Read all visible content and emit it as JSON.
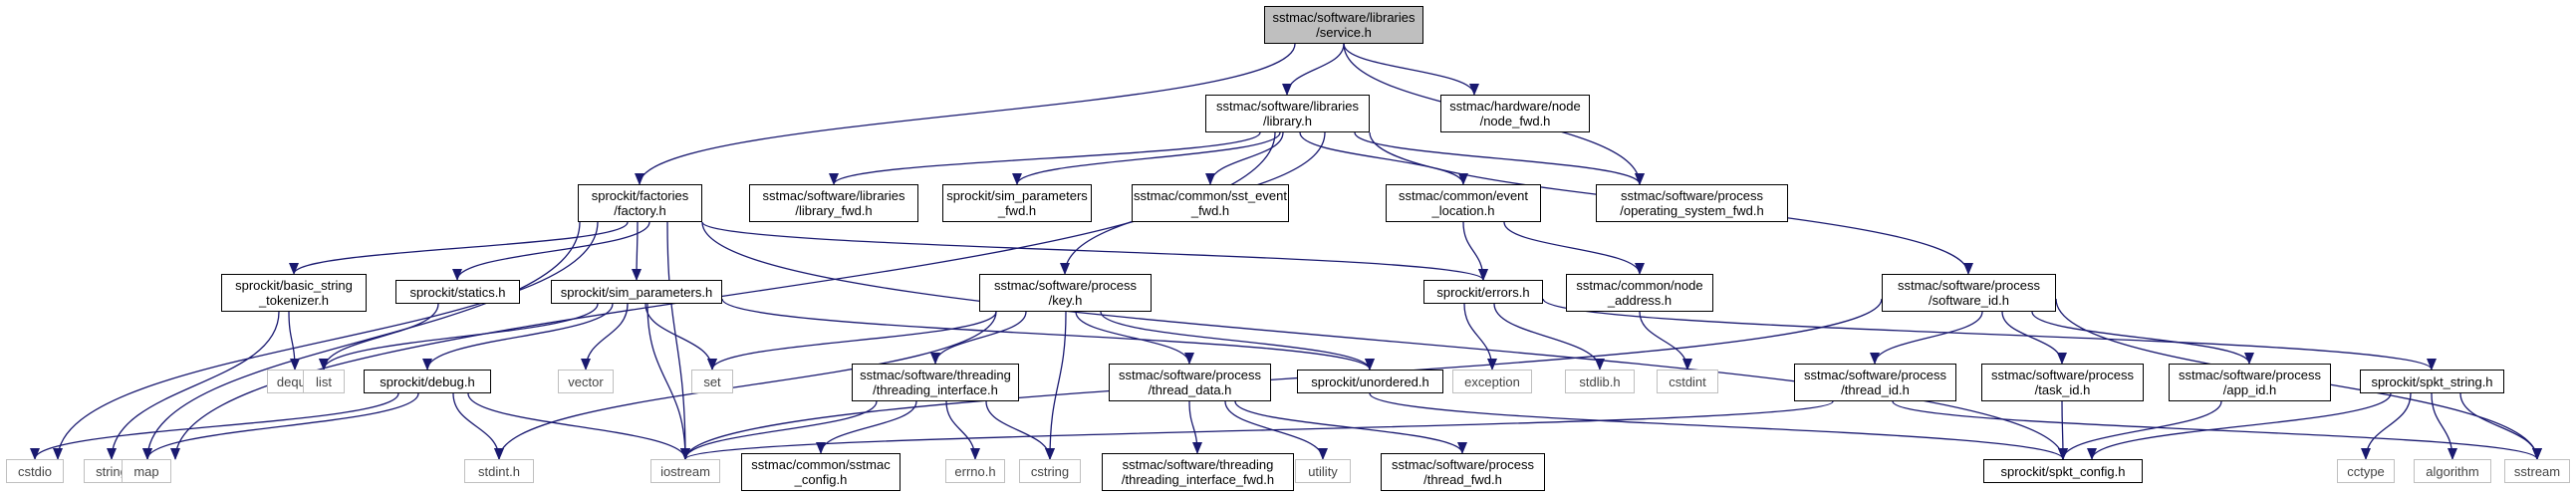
{
  "colors": {
    "edge": "#191970",
    "border": "#000000",
    "ext_border": "#bfbfbf",
    "root_fill": "#bfbfbf"
  },
  "nodes": {
    "root": [
      "sstmac/software/libraries",
      "/service.h"
    ],
    "library": [
      "sstmac/software/libraries",
      "/library.h"
    ],
    "node_fwd": [
      "sstmac/hardware/node",
      "/node_fwd.h"
    ],
    "factory": [
      "sprockit/factories",
      "/factory.h"
    ],
    "library_fwd": [
      "sstmac/software/libraries",
      "/library_fwd.h"
    ],
    "sim_param_fwd": [
      "sprockit/sim_parameters",
      "_fwd.h"
    ],
    "sst_event_fwd": [
      "sstmac/common/sst_event",
      "_fwd.h"
    ],
    "event_location": [
      "sstmac/common/event",
      "_location.h"
    ],
    "os_fwd": [
      "sstmac/software/process",
      "/operating_system_fwd.h"
    ],
    "bst": [
      "sprockit/basic_string",
      "_tokenizer.h"
    ],
    "statics": [
      "sprockit/statics.h"
    ],
    "sim_parameters": [
      "sprockit/sim_parameters.h"
    ],
    "key": [
      "sstmac/software/process",
      "/key.h"
    ],
    "errors": [
      "sprockit/errors.h"
    ],
    "node_address": [
      "sstmac/common/node",
      "_address.h"
    ],
    "software_id": [
      "sstmac/software/process",
      "/software_id.h"
    ],
    "deque": [
      "deque"
    ],
    "list": [
      "list"
    ],
    "debug": [
      "sprockit/debug.h"
    ],
    "vector": [
      "vector"
    ],
    "set": [
      "set"
    ],
    "threading_interface": [
      "sstmac/software/threading",
      "/threading_interface.h"
    ],
    "thread_data": [
      "sstmac/software/process",
      "/thread_data.h"
    ],
    "unordered": [
      "sprockit/unordered.h"
    ],
    "exception": [
      "exception"
    ],
    "stdlib": [
      "stdlib.h"
    ],
    "cstdint": [
      "cstdint"
    ],
    "thread_id": [
      "sstmac/software/process",
      "/thread_id.h"
    ],
    "task_id": [
      "sstmac/software/process",
      "/task_id.h"
    ],
    "app_id": [
      "sstmac/software/process",
      "/app_id.h"
    ],
    "spkt_string": [
      "sprockit/spkt_string.h"
    ],
    "cstdio": [
      "cstdio"
    ],
    "string": [
      "string"
    ],
    "map": [
      "map"
    ],
    "stdint": [
      "stdint.h"
    ],
    "iostream": [
      "iostream"
    ],
    "sstmac_config": [
      "sstmac/common/sstmac",
      "_config.h"
    ],
    "errno": [
      "errno.h"
    ],
    "cstring": [
      "cstring"
    ],
    "threading_interface_fwd": [
      "sstmac/software/threading",
      "/threading_interface_fwd.h"
    ],
    "utility": [
      "utility"
    ],
    "thread_fwd": [
      "sstmac/software/process",
      "/thread_fwd.h"
    ],
    "spkt_config": [
      "sprockit/spkt_config.h"
    ],
    "cctype": [
      "cctype"
    ],
    "algorithm": [
      "algorithm"
    ],
    "sstream": [
      "sstream"
    ]
  }
}
